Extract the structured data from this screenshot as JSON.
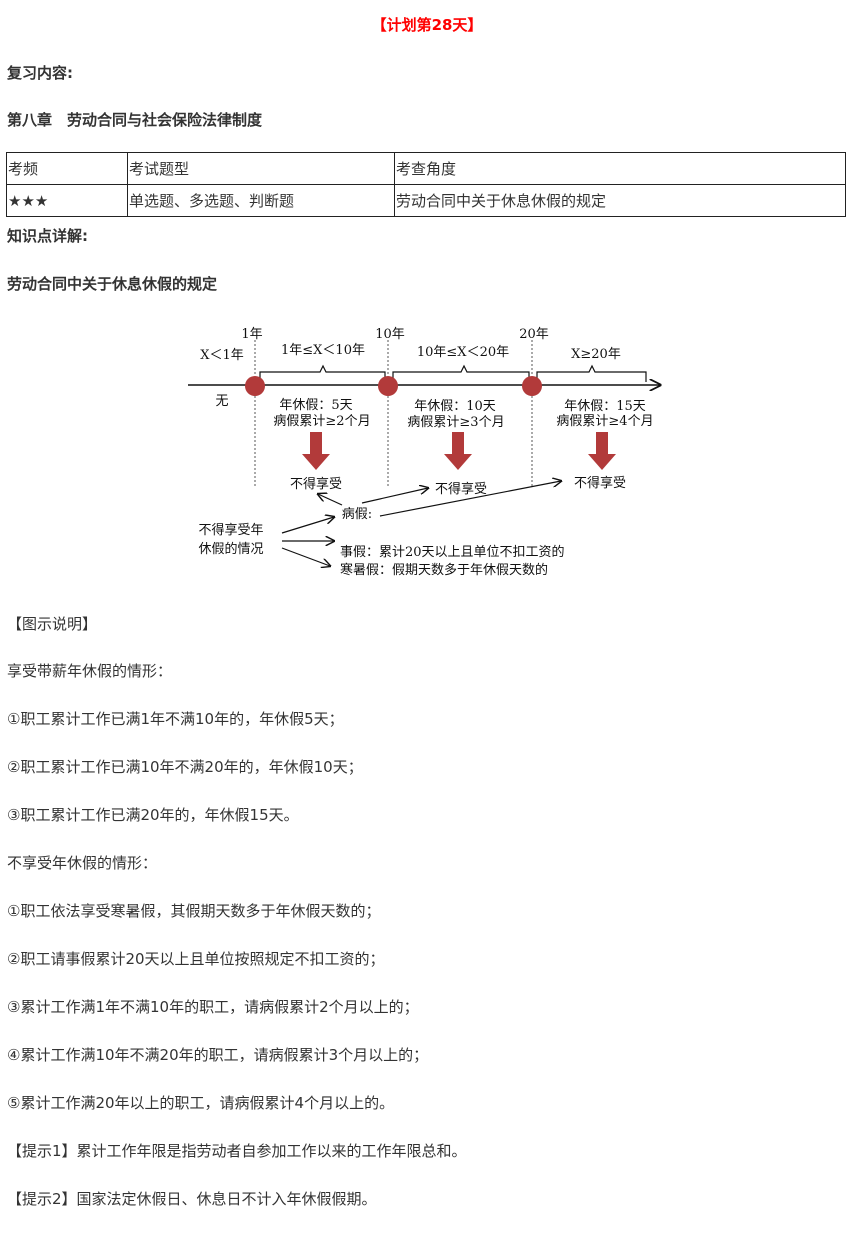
{
  "title": "【计划第28天】",
  "review_label": "复习内容:",
  "chapter": "第八章　劳动合同与社会保险法律制度",
  "table": {
    "headers": [
      "考频",
      "考试题型",
      "考查角度"
    ],
    "row": [
      "★★★",
      "单选题、多选题、判断题",
      "劳动合同中关于休息休假的规定"
    ]
  },
  "detail_label": "知识点详解:",
  "section_title": "劳动合同中关于休息休假的规定",
  "diagram": {
    "ticks": [
      "1年",
      "10年",
      "20年"
    ],
    "ranges": [
      "X＜1年",
      "1年≤X＜10年",
      "10年≤X＜20年",
      "X≥20年"
    ],
    "none": "无",
    "leave": [
      "年休假：5天",
      "年休假：10天",
      "年休假：15天"
    ],
    "sick": [
      "病假累计≥2个月",
      "病假累计≥3个月",
      "病假累计≥4个月"
    ],
    "not_enjoy": "不得享受",
    "cases_line1": "不得享受年",
    "cases_line2": "休假的情况",
    "sick_leave": "病假:",
    "personal_leave": "事假：累计20天以上且单位不扣工资的",
    "vacation": "寒暑假：假期天数多于年休假天数的",
    "accent": "#b23a3a"
  },
  "paragraphs": [
    "【图示说明】",
    "享受带薪年休假的情形：",
    "①职工累计工作已满1年不满10年的，年休假5天；",
    "②职工累计工作已满10年不满20年的，年休假10天；",
    "③职工累计工作已满20年的，年休假15天。",
    "不享受年休假的情形：",
    "①职工依法享受寒暑假，其假期天数多于年休假天数的；",
    "②职工请事假累计20天以上且单位按照规定不扣工资的；",
    "③累计工作满1年不满10年的职工，请病假累计2个月以上的；",
    "④累计工作满10年不满20年的职工，请病假累计3个月以上的；",
    "⑤累计工作满20年以上的职工，请病假累计4个月以上的。",
    "【提示1】累计工作年限是指劳动者自参加工作以来的工作年限总和。",
    "【提示2】国家法定休假日、休息日不计入年休假假期。"
  ]
}
